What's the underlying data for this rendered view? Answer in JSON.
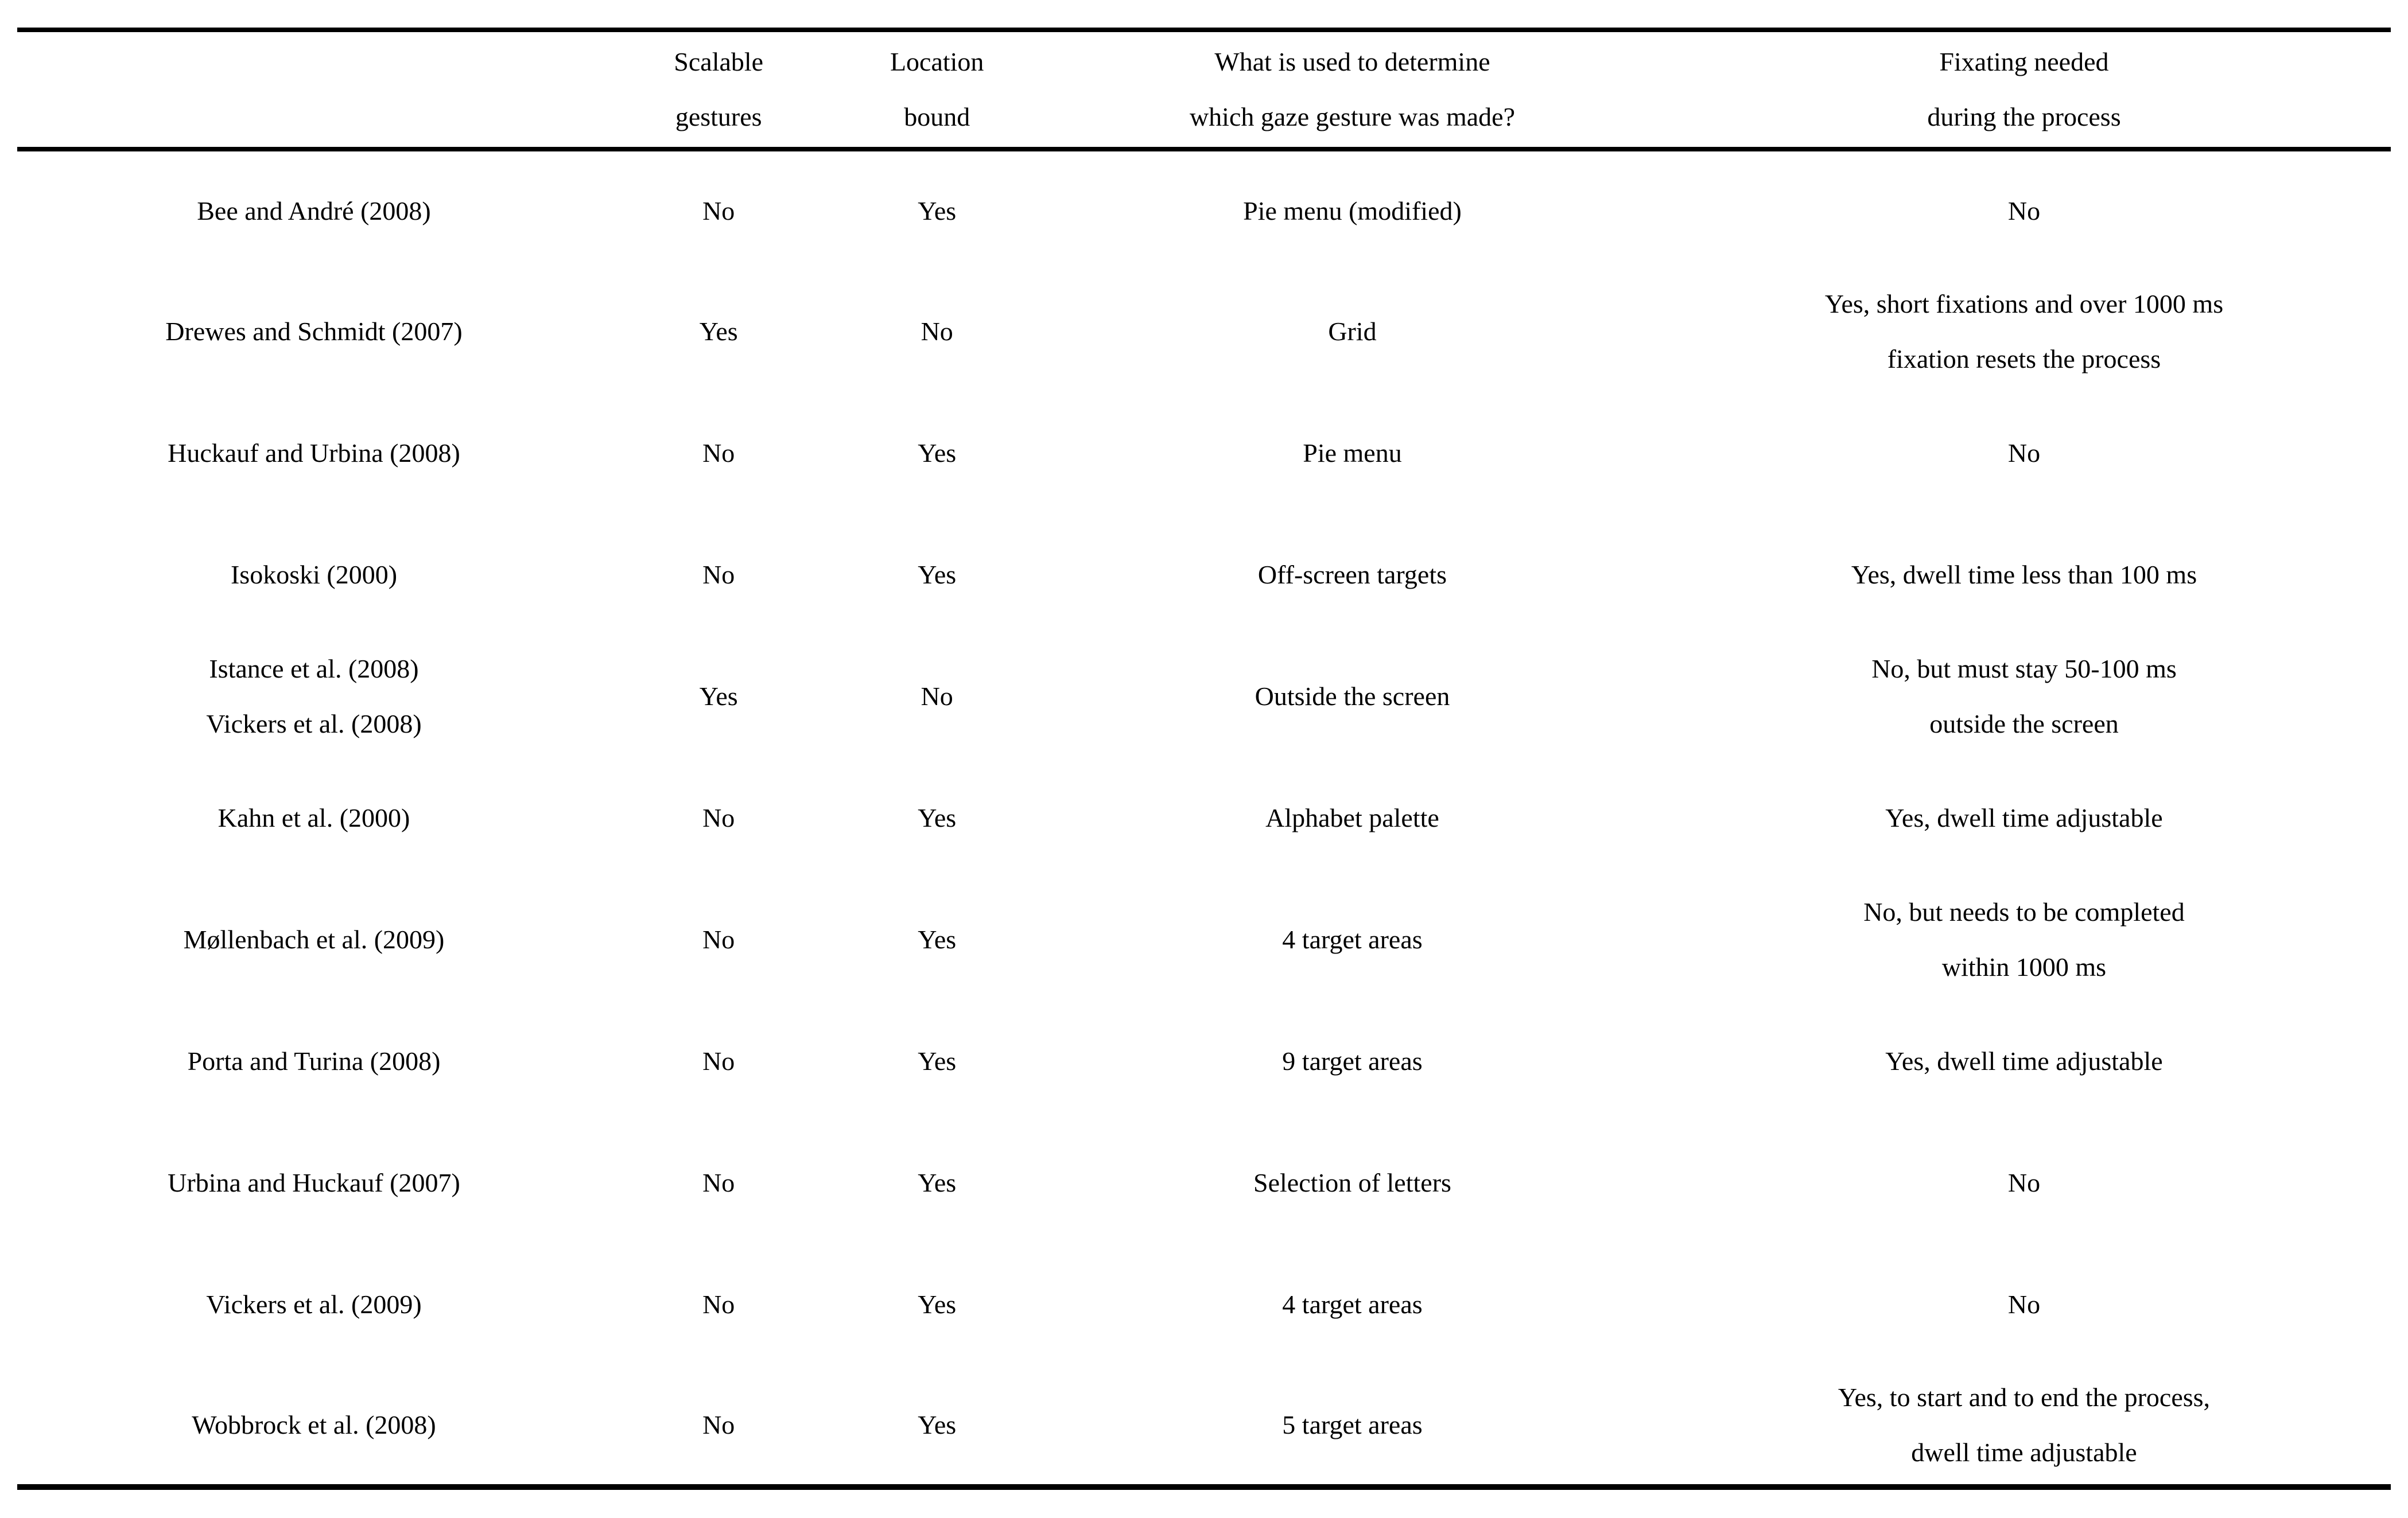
{
  "table": {
    "header": {
      "study": "",
      "scalable_gestures": "Scalable\ngestures",
      "location_bound": "Location\nbound",
      "determine": "What is used to determine\nwhich gaze gesture was made?",
      "fixating": "Fixating needed\nduring the process"
    },
    "rows": [
      {
        "study": "Bee and André (2008)",
        "scalable": "No",
        "location": "Yes",
        "determine": "Pie menu (modified)",
        "fixating": "No"
      },
      {
        "study": "Drewes and Schmidt (2007)",
        "scalable": "Yes",
        "location": "No",
        "determine": "Grid",
        "fixating": "Yes, short fixations and over 1000 ms\nfixation resets the process"
      },
      {
        "study": "Huckauf and Urbina (2008)",
        "scalable": "No",
        "location": "Yes",
        "determine": "Pie menu",
        "fixating": "No"
      },
      {
        "study": "Isokoski (2000)",
        "scalable": "No",
        "location": "Yes",
        "determine": "Off-screen targets",
        "fixating": "Yes, dwell time less than 100 ms"
      },
      {
        "study": "Istance et al. (2008)\nVickers et al. (2008)",
        "scalable": "Yes",
        "location": "No",
        "determine": "Outside the screen",
        "fixating": "No, but must stay 50-100 ms\noutside the screen"
      },
      {
        "study": "Kahn et al. (2000)",
        "scalable": "No",
        "location": "Yes",
        "determine": "Alphabet palette",
        "fixating": "Yes, dwell time adjustable"
      },
      {
        "study": "Møllenbach et al. (2009)",
        "scalable": "No",
        "location": "Yes",
        "determine": "4 target areas",
        "fixating": "No, but needs to be completed\nwithin 1000 ms"
      },
      {
        "study": "Porta and Turina (2008)",
        "scalable": "No",
        "location": "Yes",
        "determine": "9 target areas",
        "fixating": "Yes, dwell time adjustable"
      },
      {
        "study": "Urbina and Huckauf (2007)",
        "scalable": "No",
        "location": "Yes",
        "determine": "Selection of letters",
        "fixating": "No"
      },
      {
        "study": "Vickers et al. (2009)",
        "scalable": "No",
        "location": "Yes",
        "determine": "4 target areas",
        "fixating": "No"
      },
      {
        "study": "Wobbrock et al. (2008)",
        "scalable": "No",
        "location": "Yes",
        "determine": "5 target areas",
        "fixating": "Yes, to start and to end the process,\ndwell time adjustable"
      }
    ]
  }
}
